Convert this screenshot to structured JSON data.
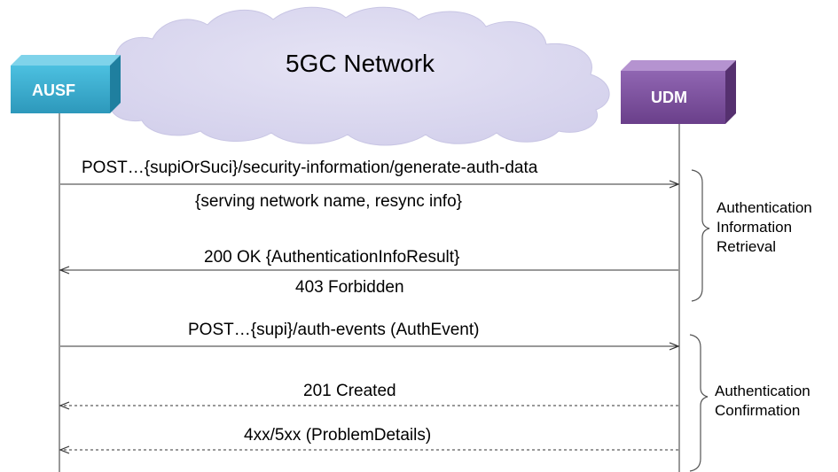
{
  "network": {
    "title": "5GC Network"
  },
  "nodes": {
    "ausf": "AUSF",
    "udm": "UDM"
  },
  "colors": {
    "ausf": "#35a7c9",
    "udm": "#7e4f9d",
    "cloud": "#dcdaf0"
  },
  "messages": [
    {
      "text": "POST…{supiOrSuci}/security-information/generate-auth-data",
      "direction": "request",
      "style": "solid"
    },
    {
      "text": "{serving network name, resync info}",
      "direction": "none",
      "style": "none"
    },
    {
      "text": "200 OK {AuthenticationInfoResult}",
      "direction": "response",
      "style": "solid"
    },
    {
      "text": "403 Forbidden",
      "direction": "none",
      "style": "none"
    },
    {
      "text": "POST…{supi}/auth-events (AuthEvent)",
      "direction": "request",
      "style": "solid"
    },
    {
      "text": "201 Created",
      "direction": "response",
      "style": "dashed"
    },
    {
      "text": "4xx/5xx (ProblemDetails)",
      "direction": "response",
      "style": "dashed"
    }
  ],
  "groups": [
    {
      "lines": [
        "Authentication",
        "Information",
        "Retrieval"
      ]
    },
    {
      "lines": [
        "Authentication",
        "Confirmation"
      ]
    }
  ]
}
